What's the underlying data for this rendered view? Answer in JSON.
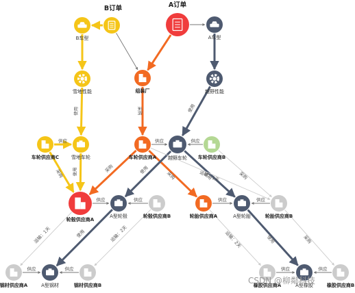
{
  "titles": {
    "order_a": "A订单",
    "order_b": "B订单"
  },
  "nodes": {
    "b_order": {
      "label": "",
      "color": "#f5c518",
      "icon": "order-list-icon"
    },
    "b_model": {
      "label": "B车型",
      "color": "#f5c518",
      "icon": "car-icon"
    },
    "b_perf": {
      "label": "雪地性能",
      "color": "#f5c518",
      "icon": "gear-icon"
    },
    "a_order": {
      "label": "",
      "color": "#f03c3c",
      "icon": "order-list-icon"
    },
    "a_model": {
      "label": "A车型",
      "color": "#4e5a70",
      "icon": "car-icon"
    },
    "a_perf": {
      "label": "越野性能",
      "color": "#4e5a70",
      "icon": "gear-icon"
    },
    "assembly": {
      "label": "组装厂",
      "color": "#f26a22",
      "icon": "factory-icon"
    },
    "snow_wheel": {
      "label": "雪地车轮",
      "color": "#f5c518",
      "icon": "part-icon"
    },
    "wheel_sup_c": {
      "label": "车轮供应商C",
      "color": "#f5c518",
      "icon": "factory-icon"
    },
    "wheel_sup_a": {
      "label": "车轮供应商A",
      "color": "#f26a22",
      "icon": "factory-icon"
    },
    "offroad_wheel": {
      "label": "越野车轮",
      "color": "#4e5a70",
      "icon": "part-icon"
    },
    "wheel_sup_b": {
      "label": "车轮供应商B",
      "color": "#b4d894",
      "icon": "factory-icon"
    },
    "hub_sup_a": {
      "label": "轮毂供应商A",
      "color": "#f03c3c",
      "icon": "factory-icon"
    },
    "hub_a": {
      "label": "A型轮毂",
      "color": "#4e5a70",
      "icon": "part-icon"
    },
    "hub_sup_b": {
      "label": "轮毂供应商B",
      "color": "#cccccc",
      "icon": "factory-icon"
    },
    "tire_sup_a": {
      "label": "轮胎供应商A",
      "color": "#f26a22",
      "icon": "factory-icon"
    },
    "tire_a": {
      "label": "A型轮胎",
      "color": "#4e5a70",
      "icon": "part-icon"
    },
    "tire_sup_b": {
      "label": "轮胎供应商B",
      "color": "#cccccc",
      "icon": "factory-icon"
    },
    "steel_sup_a": {
      "label": "钢材供应商A",
      "color": "#cccccc",
      "icon": "factory-icon"
    },
    "steel_a": {
      "label": "A型钢材",
      "color": "#4e5a70",
      "icon": "part-icon"
    },
    "steel_sup_b": {
      "label": "钢材供应商B",
      "color": "#cccccc",
      "icon": "factory-icon"
    },
    "rubber_sup_a": {
      "label": "橡胶供应商A",
      "color": "#cccccc",
      "icon": "factory-icon"
    },
    "rubber_a": {
      "label": "A型橡胶",
      "color": "#4e5a70",
      "icon": "part-icon"
    },
    "rubber_sup_b": {
      "label": "橡胶供应商B",
      "color": "#cccccc",
      "icon": "factory-icon"
    }
  },
  "edges": [
    {
      "from": "b_order",
      "to": "b_model",
      "label": "",
      "color": "#f5c518"
    },
    {
      "from": "b_order",
      "to": "assembly",
      "label": "",
      "color": "#777777"
    },
    {
      "from": "b_model",
      "to": "b_perf",
      "label": "",
      "color": "#f5c518"
    },
    {
      "from": "b_perf",
      "to": "snow_wheel",
      "label": "使用",
      "color": "#f5c518"
    },
    {
      "from": "wheel_sup_c",
      "to": "snow_wheel",
      "label": "供应",
      "color": "#f5c518"
    },
    {
      "from": "snow_wheel",
      "to": "hub_sup_a",
      "label": "使用",
      "color": "#f5c518"
    },
    {
      "from": "wheel_sup_c",
      "to": "hub_sup_a",
      "label": "采购",
      "color": "#f5c518"
    },
    {
      "from": "a_order",
      "to": "a_model",
      "label": "",
      "color": "#777777"
    },
    {
      "from": "a_order",
      "to": "assembly",
      "label": "",
      "color": "#f26a22"
    },
    {
      "from": "a_model",
      "to": "a_perf",
      "label": "",
      "color": "#4e5a70"
    },
    {
      "from": "a_perf",
      "to": "offroad_wheel",
      "label": "使用",
      "color": "#4e5a70"
    },
    {
      "from": "assembly",
      "to": "wheel_sup_a",
      "label": "采购",
      "color": "#f26a22"
    },
    {
      "from": "wheel_sup_a",
      "to": "offroad_wheel",
      "label": "供应",
      "color": "#777777"
    },
    {
      "from": "wheel_sup_b",
      "to": "offroad_wheel",
      "label": "供应",
      "color": "#777777"
    },
    {
      "from": "wheel_sup_a",
      "to": "hub_sup_a",
      "label": "采购",
      "color": "#f26a22"
    },
    {
      "from": "wheel_sup_a",
      "to": "tire_sup_a",
      "label": "采购",
      "color": "#f26a22"
    },
    {
      "from": "offroad_wheel",
      "to": "hub_a",
      "label": "使用",
      "color": "#4e5a70"
    },
    {
      "from": "offroad_wheel",
      "to": "tire_a",
      "label": "使用",
      "color": "#4e5a70"
    },
    {
      "from": "wheel_sup_b",
      "to": "tire_sup_b",
      "label": "采购",
      "color": "#cccccc"
    },
    {
      "from": "hub_sup_a",
      "to": "hub_a",
      "label": "供应",
      "color": "#777777"
    },
    {
      "from": "hub_sup_b",
      "to": "hub_a",
      "label": "供应",
      "color": "#777777"
    },
    {
      "from": "tire_sup_a",
      "to": "tire_a",
      "label": "供应",
      "color": "#777777"
    },
    {
      "from": "tire_sup_b",
      "to": "tire_a",
      "label": "供应",
      "color": "#777777"
    },
    {
      "from": "hub_a",
      "to": "steel_a",
      "label": "使用",
      "color": "#4e5a70"
    },
    {
      "from": "tire_a",
      "to": "rubber_a",
      "label": "使用",
      "color": "#4e5a70"
    },
    {
      "from": "hub_sup_a",
      "to": "steel_sup_a",
      "label": "运输：1天",
      "color": "#cccccc"
    },
    {
      "from": "hub_sup_b",
      "to": "steel_sup_b",
      "label": "运输：2天",
      "color": "#cccccc"
    },
    {
      "from": "wheel_sup_a",
      "to": "tire_sup_b",
      "label": "运输：1天",
      "color": "#cccccc"
    },
    {
      "from": "tire_sup_a",
      "to": "rubber_sup_a",
      "label": "运输：2天",
      "color": "#cccccc"
    },
    {
      "from": "tire_sup_b",
      "to": "rubber_sup_b",
      "label": "采购",
      "color": "#cccccc"
    },
    {
      "from": "steel_sup_a",
      "to": "steel_a",
      "label": "供应",
      "color": "#777777"
    },
    {
      "from": "steel_sup_b",
      "to": "steel_a",
      "label": "供应",
      "color": "#777777"
    },
    {
      "from": "rubber_sup_a",
      "to": "rubber_a",
      "label": "供应",
      "color": "#777777"
    },
    {
      "from": "rubber_sup_b",
      "to": "rubber_a",
      "label": "供应",
      "color": "#777777"
    }
  ],
  "watermark": "CSDN @柳鄰科技"
}
